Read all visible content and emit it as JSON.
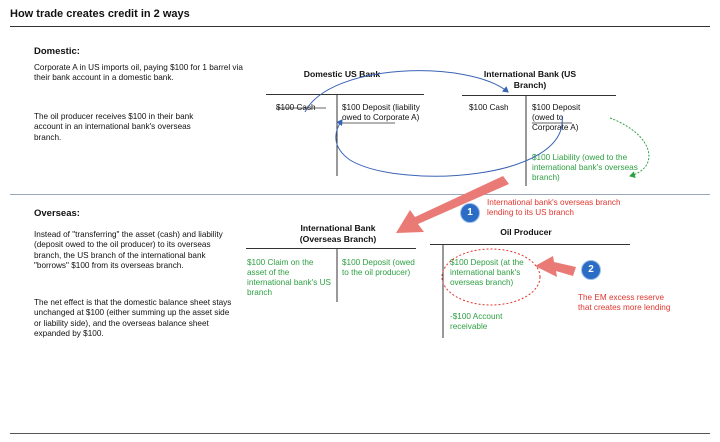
{
  "title": "How trade creates credit in 2 ways",
  "domestic": {
    "heading": "Domestic:",
    "p1": "Corporate  A in US imports oil, paying $100 for 1 barrel via their bank account in a domestic bank.",
    "p2": "The oil producer receives  $100 in their bank account in an international bank's overseas branch."
  },
  "overseas": {
    "heading": "Overseas:",
    "p1": "Instead of \"transferring\" the asset (cash) and liability (deposit owed to the oil producer) to its overseas  branch, the US branch of the international bank \"borrows\" $100 from its overseas  branch.",
    "p2": "The net effect is that the domestic balance sheet stays unchanged at $100 (either summing up the asset side or liability side), and the overseas balance sheet expanded by $100."
  },
  "domestic_bank": {
    "title": "Domestic US Bank",
    "asset": "$100 Cash",
    "liability": "$100 Deposit (liability owed to Corporate A)"
  },
  "intl_us_branch": {
    "title": "International Bank (US Branch)",
    "asset": "$100 Cash",
    "liability": "$100 Deposit (owed to Corporate A)",
    "liability2": "$100 Liability (owed to the international bank's overseas branch)"
  },
  "intl_overseas": {
    "title": "International Bank (Overseas Branch)",
    "asset": "$100 Claim on the asset of the international bank's US branch",
    "liability": "$100 Deposit (owed to the oil producer)"
  },
  "oil_producer": {
    "title": "Oil Producer",
    "asset": "$100 Deposit (at the international bank's overseas branch)",
    "liability": "-$100 Account receivable"
  },
  "callouts": {
    "badge1": "1",
    "badge2": "2",
    "note1": "International bank's overseas branch lending to its US branch",
    "note2": "The EM excess reserve  that creates more lending"
  },
  "colors": {
    "accent_red": "#e0362e",
    "arrow_red": "#ea7a75",
    "green": "#2ea043",
    "blue": "#3b63b5",
    "badge_blue": "#2b6cc4"
  }
}
